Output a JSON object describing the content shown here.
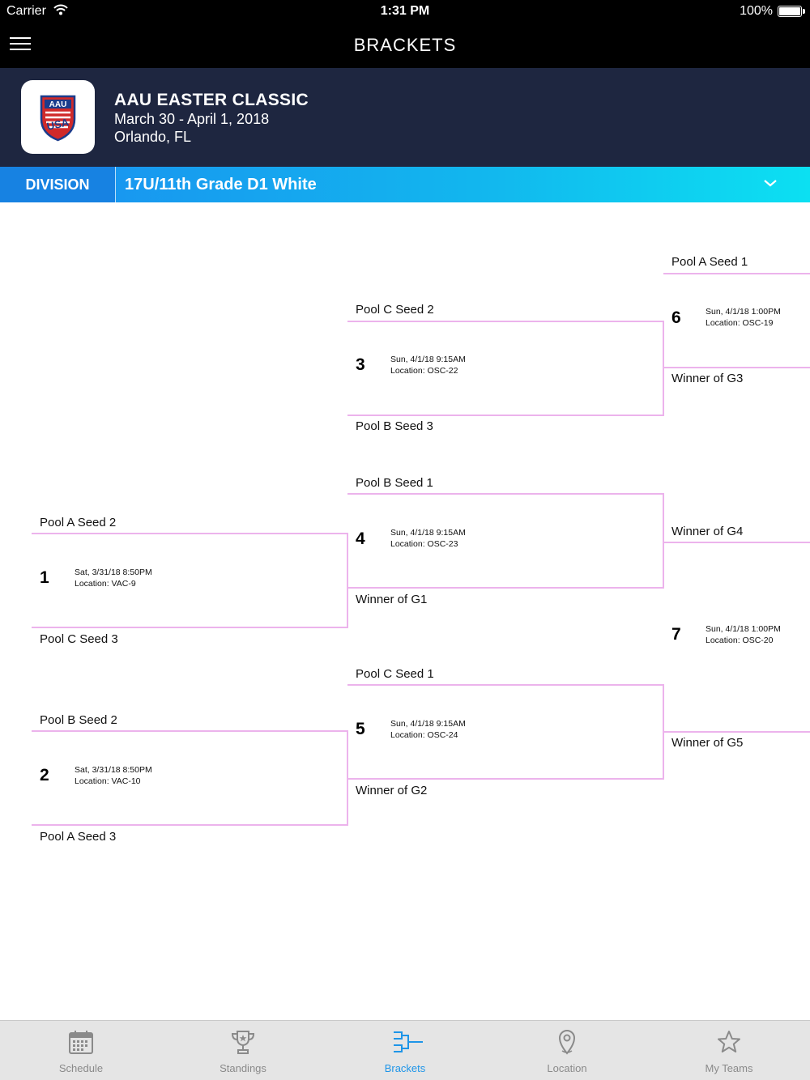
{
  "status_bar": {
    "carrier": "Carrier",
    "time": "1:31 PM",
    "battery": "100%"
  },
  "nav": {
    "title": "BRACKETS"
  },
  "event": {
    "name": "AAU EASTER CLASSIC",
    "dates": "March 30 - April 1, 2018",
    "location": "Orlando, FL",
    "logo_text": [
      "AAU",
      "USA"
    ]
  },
  "division": {
    "label": "DIVISION",
    "value": "17U/11th Grade D1 White"
  },
  "bracket": {
    "games": [
      {
        "number": "1",
        "top": "Pool A Seed 2",
        "bottom": "Pool C Seed 3",
        "datetime": "Sat, 3/31/18 8:50PM",
        "location": "Location: VAC-9"
      },
      {
        "number": "2",
        "top": "Pool B Seed 2",
        "bottom": "Pool A Seed 3",
        "datetime": "Sat, 3/31/18 8:50PM",
        "location": "Location: VAC-10"
      },
      {
        "number": "3",
        "top": "Pool C Seed 2",
        "bottom": "Pool B Seed 3",
        "datetime": "Sun, 4/1/18 9:15AM",
        "location": "Location: OSC-22"
      },
      {
        "number": "4",
        "top": "Pool B Seed 1",
        "bottom": "Winner of G1",
        "datetime": "Sun, 4/1/18 9:15AM",
        "location": "Location: OSC-23"
      },
      {
        "number": "5",
        "top": "Pool C Seed 1",
        "bottom": "Winner of G2",
        "datetime": "Sun, 4/1/18 9:15AM",
        "location": "Location: OSC-24"
      },
      {
        "number": "6",
        "top": "Pool A Seed 1",
        "bottom": "Winner of G3",
        "datetime": "Sun, 4/1/18 1:00PM",
        "location": "Location: OSC-19"
      },
      {
        "number": "7",
        "top": "Winner of G4",
        "bottom": "Winner of G5",
        "datetime": "Sun, 4/1/18 1:00PM",
        "location": "Location: OSC-20"
      }
    ],
    "line_color": "#ecb3ec"
  },
  "tabs": [
    {
      "label": "Schedule",
      "icon": "calendar-icon",
      "active": false
    },
    {
      "label": "Standings",
      "icon": "trophy-icon",
      "active": false
    },
    {
      "label": "Brackets",
      "icon": "bracket-icon",
      "active": true
    },
    {
      "label": "Location",
      "icon": "map-pin-icon",
      "active": false
    },
    {
      "label": "My Teams",
      "icon": "star-icon",
      "active": false
    }
  ],
  "colors": {
    "header_bg": "#000000",
    "event_bg": "#1e2640",
    "division_gradient_start": "#1a8ef0",
    "division_gradient_end": "#0ce0f2",
    "active_tab": "#1e95e8",
    "inactive_tab": "#8a8a8a"
  }
}
